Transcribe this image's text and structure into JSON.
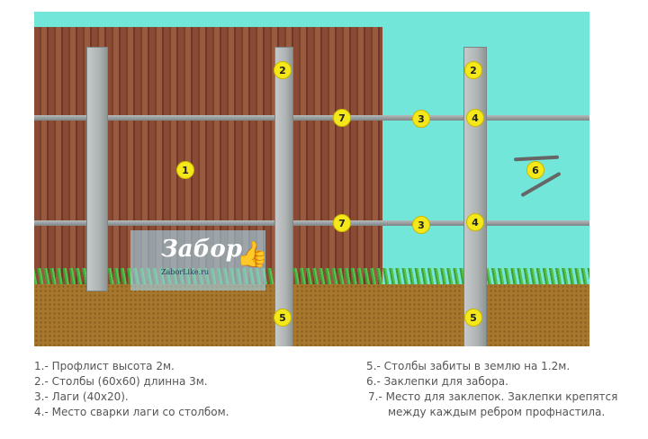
{
  "markers": {
    "m1": "1",
    "m2": "2",
    "m3": "3",
    "m4": "4",
    "m5": "5",
    "m6": "6",
    "m7": "7"
  },
  "watermark": {
    "title": "Забор",
    "url": "ZaborLike.ru"
  },
  "legend": {
    "left": [
      "1.- Профлист высота 2м.",
      "2.- Столбы (60х60) длинна 3м.",
      "3.- Лаги (40х20).",
      "4.- Место сварки лаги со столбом."
    ],
    "right": [
      "5.- Столбы забиты в землю на 1.2м.",
      "6.- Заклепки для забора.",
      "7.- Место для заклепок. Заклепки крепятся",
      "между каждым ребром профнастила."
    ]
  },
  "colors": {
    "sky": "#72e6d8",
    "sheet": "#8a4a33",
    "ground": "#a6772d",
    "marker": "#f4e81a"
  }
}
